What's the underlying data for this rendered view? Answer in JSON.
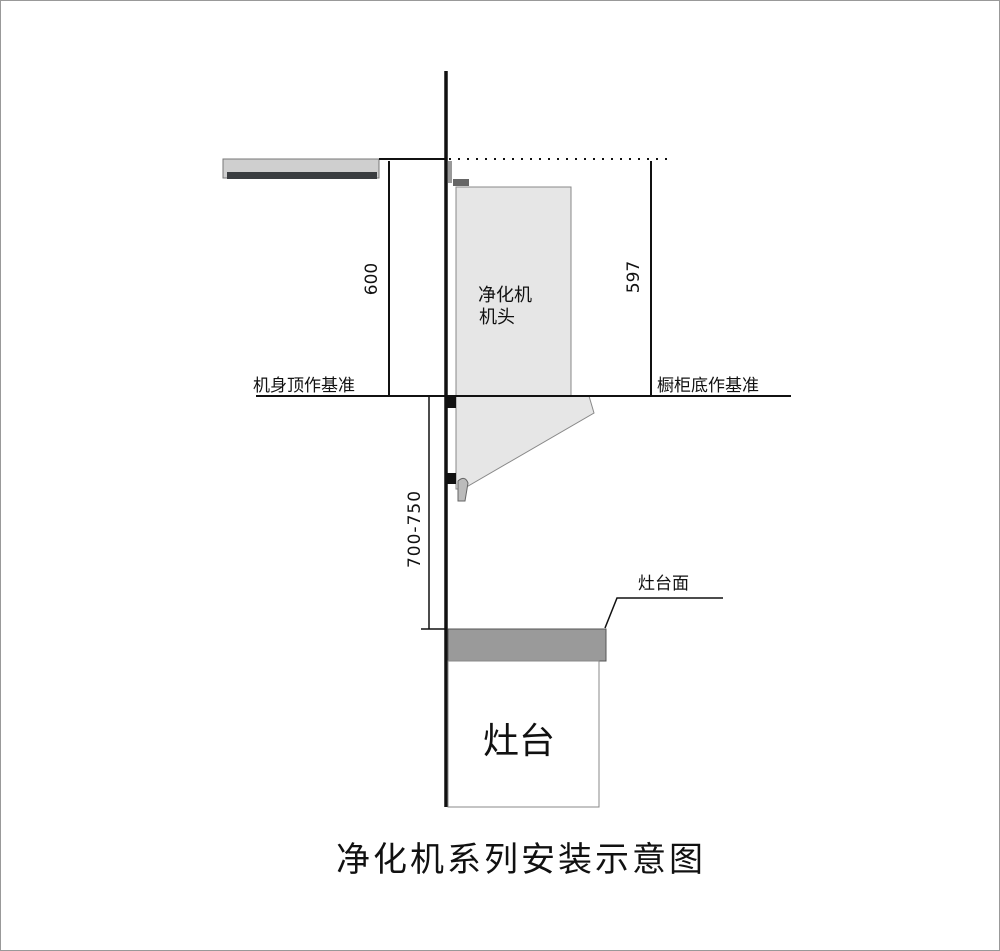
{
  "title": "净化机系列安装示意图",
  "labels": {
    "head_line1": "净化机",
    "head_line2": "机头",
    "body_top_ref": "机身顶作基准",
    "cabinet_bottom_ref": "橱柜底作基准",
    "stove_surface": "灶台面",
    "stove": "灶台"
  },
  "dimensions": {
    "left_height": "600",
    "right_height": "597",
    "stove_clearance": "700-750"
  },
  "colors": {
    "hood_fill": "#e6e6e6",
    "counter_fill": "#9a9a9a",
    "line": "#111111"
  }
}
